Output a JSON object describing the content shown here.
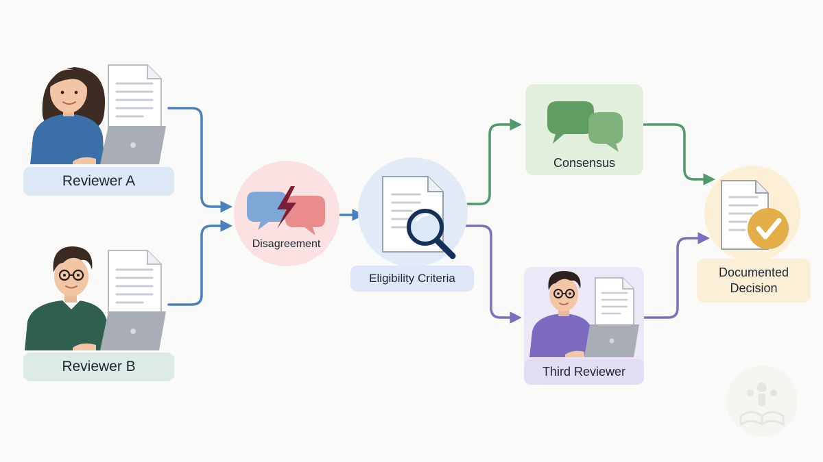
{
  "nodes": {
    "reviewer_a": {
      "label": "Reviewer A"
    },
    "reviewer_b": {
      "label": "Reviewer B"
    },
    "disagreement": {
      "label": "Disagreement"
    },
    "eligibility": {
      "label": "Eligibility Criteria"
    },
    "consensus": {
      "label": "Consensus"
    },
    "third_reviewer": {
      "label": "Third Reviewer"
    },
    "decision": {
      "label": "Documented\nDecision"
    }
  },
  "colors": {
    "blue_arrow": "#4a7fc0",
    "green_arrow": "#4f9a6a",
    "purple_arrow": "#7e6cc0",
    "disagreement_bg": "#fbe1e1",
    "eligibility_bg": "#e2eaf8",
    "consensus_bg": "#e2efdc",
    "third_bg": "#ece8f7",
    "decision_bg": "#fdefd6"
  },
  "icons": {
    "reviewer_a": "woman-with-laptop-icon",
    "reviewer_b": "man-with-laptop-icon",
    "disagreement": "conflicting-speech-bubbles-icon",
    "eligibility": "document-magnifier-icon",
    "consensus": "speech-bubbles-icon",
    "third_reviewer": "man-with-laptop-icon",
    "decision": "document-checkmark-icon",
    "watermark": "logo-watermark-icon"
  }
}
